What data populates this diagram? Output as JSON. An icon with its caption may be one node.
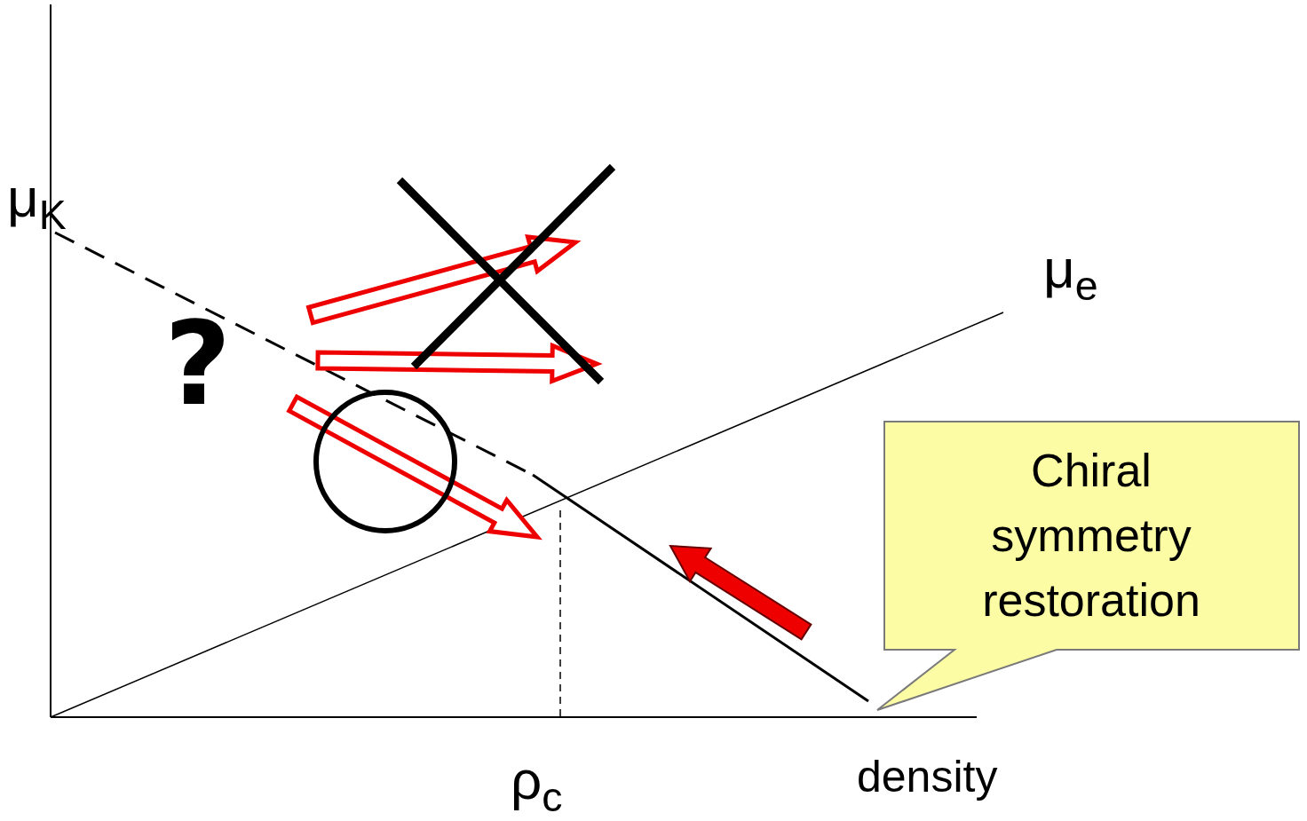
{
  "diagram": {
    "nodes": [
      {
        "text": [],
        "shape": "circle"
      },
      {
        "text": [
          "Chiral symmetry restoration"
        ]
      }
    ],
    "labels": [
      "μ$_{K}$",
      "μ$_{e}$",
      "?",
      "ρ$_{c}$",
      "density"
    ]
  }
}
